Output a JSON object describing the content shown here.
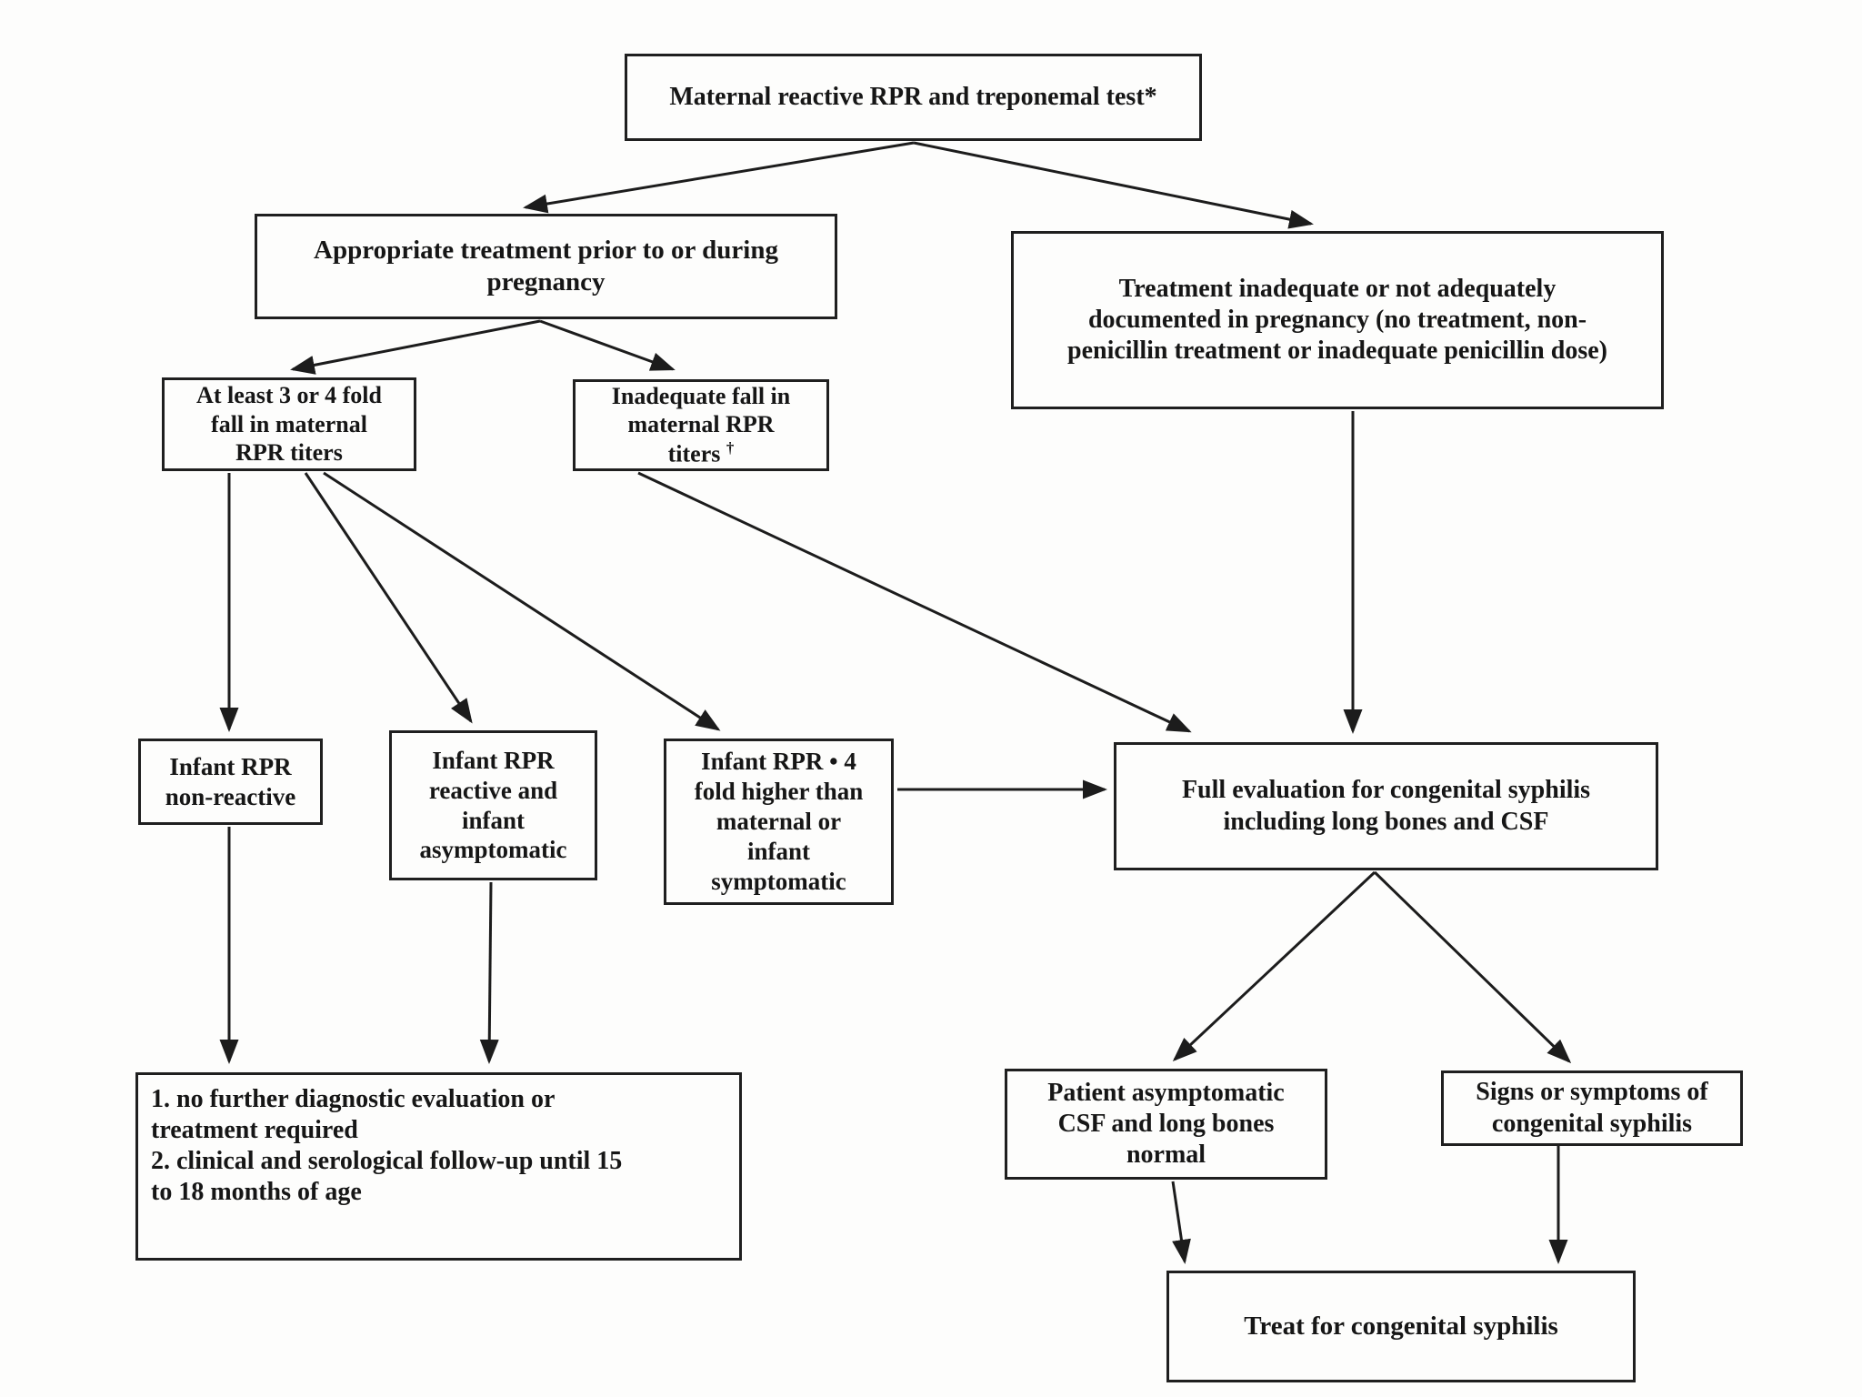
{
  "diagram": {
    "type": "flowchart",
    "topic": "Evaluation of infants born to mothers with reactive syphilis serology",
    "colors": {
      "background": "#fdfdfc",
      "ink": "#1c1c1c",
      "box_border": "#1f1f1f"
    },
    "nodes": {
      "maternal_test": {
        "text": "Maternal reactive RPR and treponemal test*"
      },
      "appropriate_treatment": {
        "text": "Appropriate treatment prior to or during\npregnancy"
      },
      "treatment_inadequate": {
        "text": "Treatment inadequate or not adequately\ndocumented in pregnancy (no treatment, non-\npenicillin treatment or inadequate penicillin dose)"
      },
      "adequate_fall": {
        "text": "At least 3 or 4 fold\nfall in maternal\nRPR titers"
      },
      "inadequate_fall": {
        "text": "Inadequate fall in\nmaternal RPR\ntiters ",
        "superscript": "†"
      },
      "infant_rpr_nonreactive": {
        "text": "Infant RPR\nnon-reactive"
      },
      "infant_rpr_reactive_asymptomatic": {
        "text": "Infant RPR\nreactive and\ninfant\nasymptomatic"
      },
      "infant_rpr_4fold": {
        "text": "Infant RPR • 4\nfold higher than\nmaternal or\ninfant\nsymptomatic"
      },
      "full_evaluation": {
        "text": "Full evaluation for congenital syphilis\nincluding long bones and CSF"
      },
      "followup": {
        "text": "1. no further diagnostic evaluation or\ntreatment  required\n2. clinical and serological follow-up until 15\nto 18 months of age"
      },
      "patient_asymptomatic_normal": {
        "text": "Patient asymptomatic\nCSF and long bones\nnormal"
      },
      "signs_symptoms": {
        "text": "Signs or symptoms of\ncongenital syphilis"
      },
      "treat": {
        "text": "Treat for congenital syphilis"
      }
    },
    "edges": [
      {
        "from": "maternal_test",
        "to": "appropriate_treatment"
      },
      {
        "from": "maternal_test",
        "to": "treatment_inadequate"
      },
      {
        "from": "appropriate_treatment",
        "to": "adequate_fall"
      },
      {
        "from": "appropriate_treatment",
        "to": "inadequate_fall"
      },
      {
        "from": "adequate_fall",
        "to": "infant_rpr_nonreactive"
      },
      {
        "from": "adequate_fall",
        "to": "infant_rpr_reactive_asymptomatic"
      },
      {
        "from": "adequate_fall",
        "to": "infant_rpr_4fold"
      },
      {
        "from": "inadequate_fall",
        "to": "full_evaluation"
      },
      {
        "from": "treatment_inadequate",
        "to": "full_evaluation"
      },
      {
        "from": "infant_rpr_4fold",
        "to": "full_evaluation"
      },
      {
        "from": "infant_rpr_nonreactive",
        "to": "followup"
      },
      {
        "from": "infant_rpr_reactive_asymptomatic",
        "to": "followup"
      },
      {
        "from": "full_evaluation",
        "to": "patient_asymptomatic_normal"
      },
      {
        "from": "full_evaluation",
        "to": "signs_symptoms"
      },
      {
        "from": "patient_asymptomatic_normal",
        "to": "treat"
      },
      {
        "from": "signs_symptoms",
        "to": "treat"
      }
    ]
  }
}
